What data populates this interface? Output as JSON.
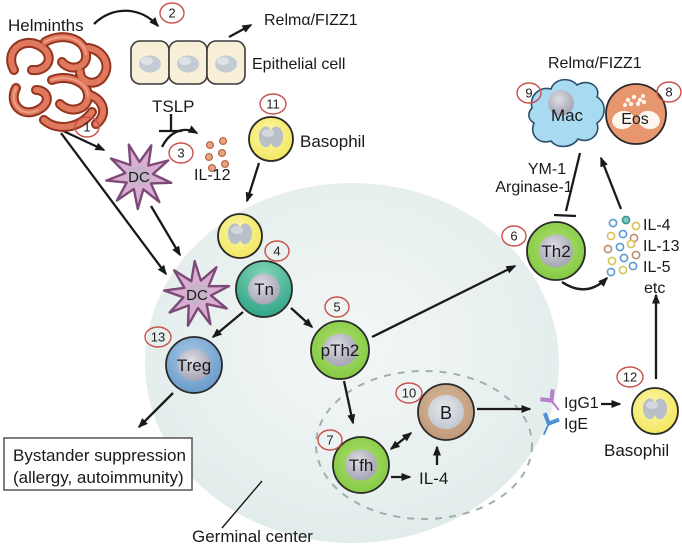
{
  "diagram": {
    "labels": {
      "helminths": "Helminths",
      "relm_fizz1_top": "Relmα/FIZZ1",
      "epithelial_cell": "Epithelial cell",
      "tslp": "TSLP",
      "il12": "IL-12",
      "basophil_top": "Basophil",
      "relm_fizz1_right": "Relmα/FIZZ1",
      "ym1": "YM-1",
      "arginase1": "Arginase-1",
      "il4": "IL-4",
      "il13": "IL-13",
      "il5": "IL-5",
      "etc": "etc",
      "igg1": "IgG1",
      "ige": "IgE",
      "basophil_right": "Basophil",
      "il4_germinal": "IL-4",
      "germinal_center": "Germinal center",
      "bystander_line1": "Bystander suppression",
      "bystander_line2": "(allergy, autoimmunity)"
    },
    "cells": {
      "dc1": "DC",
      "dc2": "DC",
      "tn": "Tn",
      "treg": "Treg",
      "pth2": "pTh2",
      "th2": "Th2",
      "tfh": "Tfh",
      "b_cell": "B",
      "mac": "Mac",
      "eos": "Eos"
    },
    "step_numbers": [
      "1",
      "2",
      "3",
      "4",
      "5",
      "6",
      "7",
      "8",
      "9",
      "10",
      "11",
      "12",
      "13"
    ],
    "colors": {
      "badge_outline": "#c9504a",
      "arrow_black": "#1a1a1a",
      "basophil_yellow": "#f5e96a",
      "tn_teal": "#3fb694",
      "treg_blue": "#78a9d6",
      "th_green": "#8ccf45",
      "b_tan": "#c8a183",
      "mac_blue": "#a8daf2",
      "eos_orange": "#e8966e",
      "dc_pink": "#d9aed3",
      "helminth_red": "#e0785e",
      "epithelial_cream": "#f7efd8",
      "lymph_node_fill": "#e6efee",
      "germinal_dash": "#9fb0ae",
      "igg1_purple": "#b57cc8",
      "ige_blue": "#4b8fd4",
      "il12_dot": "#e9a482",
      "cytokine_blue": "#5b9bd0",
      "cytokine_yellow": "#d9c353",
      "cytokine_tan": "#bb9070"
    }
  }
}
